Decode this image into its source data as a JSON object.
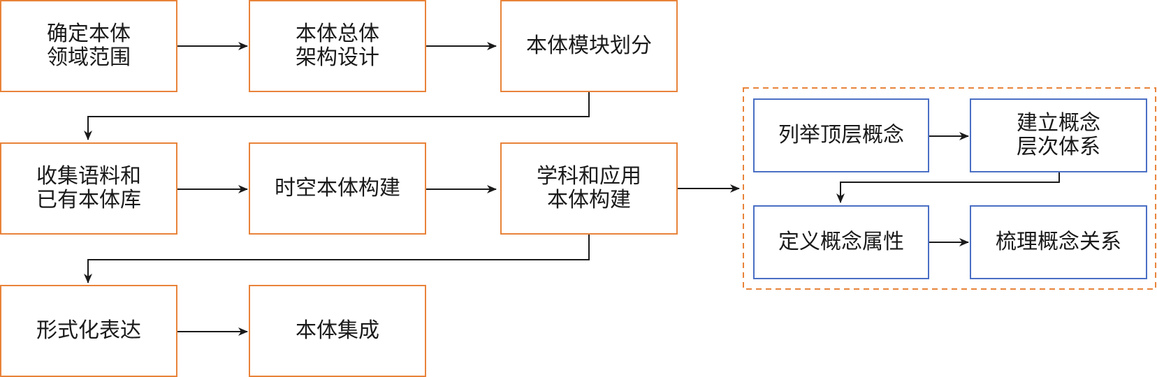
{
  "colors": {
    "orange_border": "#e8833a",
    "blue_border": "#4a6fc4",
    "arrow": "#1a1a1a"
  },
  "steps": {
    "define_domain": "确定本体\n领域范围",
    "architecture_design": "本体总体\n架构设计",
    "module_division": "本体模块划分",
    "collect_corpus": "收集语料和\n已有本体库",
    "spatiotemporal": "时空本体构建",
    "discipline_application": "学科和应用\n本体构建",
    "formal_expression": "形式化表达",
    "integration": "本体集成"
  },
  "detail": {
    "top_concepts": "列举顶层概念",
    "hierarchy": "建立概念\n层次体系",
    "attributes": "定义概念属性",
    "relations": "梳理概念关系"
  }
}
